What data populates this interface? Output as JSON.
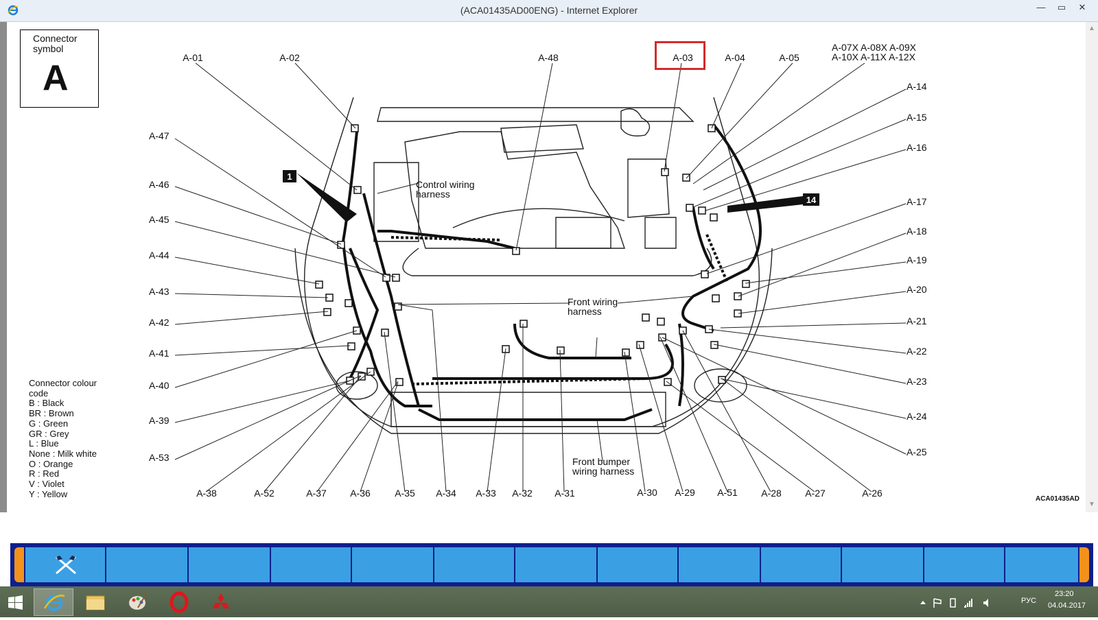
{
  "window": {
    "title": "(ACA01435AD00ENG) - Internet Explorer",
    "minimize_glyph": "—",
    "maximize_glyph": "▭",
    "close_glyph": "✕"
  },
  "diagram": {
    "connector_symbol_label": "Connector\nsymbol",
    "connector_symbol_letter": "A",
    "colour_code": {
      "title": "Connector colour code",
      "entries": [
        "B : Black",
        "BR : Brown",
        "G : Green",
        "GR : Grey",
        "L : Blue",
        "None : Milk white",
        "O : Orange",
        "R : Red",
        "V : Violet",
        "Y : Yellow"
      ]
    },
    "doc_code": "ACA01435AD",
    "harness_labels": {
      "control": "Control wiring\nharness",
      "front": "Front wiring\nharness",
      "bumper": "Front bumper\nwiring harness"
    },
    "callouts": [
      "1",
      "14"
    ],
    "labels_top": [
      "A-01",
      "A-02",
      "A-48",
      "A-03",
      "A-04",
      "A-05"
    ],
    "labels_top_group": [
      "A-07X A-08X A-09X",
      "A-10X A-11X A-12X"
    ],
    "labels_left": [
      "A-47",
      "A-46",
      "A-45",
      "A-44",
      "A-43",
      "A-42",
      "A-41",
      "A-40",
      "A-39",
      "A-53"
    ],
    "labels_right": [
      "A-14",
      "A-15",
      "A-16",
      "A-17",
      "A-18",
      "A-19",
      "A-20",
      "A-21",
      "A-22",
      "A-23",
      "A-24",
      "A-25"
    ],
    "labels_bottom": [
      "A-38",
      "A-52",
      "A-37",
      "A-36",
      "A-35",
      "A-34",
      "A-33",
      "A-32",
      "A-31",
      "A-30",
      "A-29",
      "A-51",
      "A-28",
      "A-27",
      "A-26"
    ],
    "highlighted": "A-03"
  },
  "taskbar": {
    "lang": "РУС",
    "time": "23:20",
    "date": "04.04.2017"
  }
}
